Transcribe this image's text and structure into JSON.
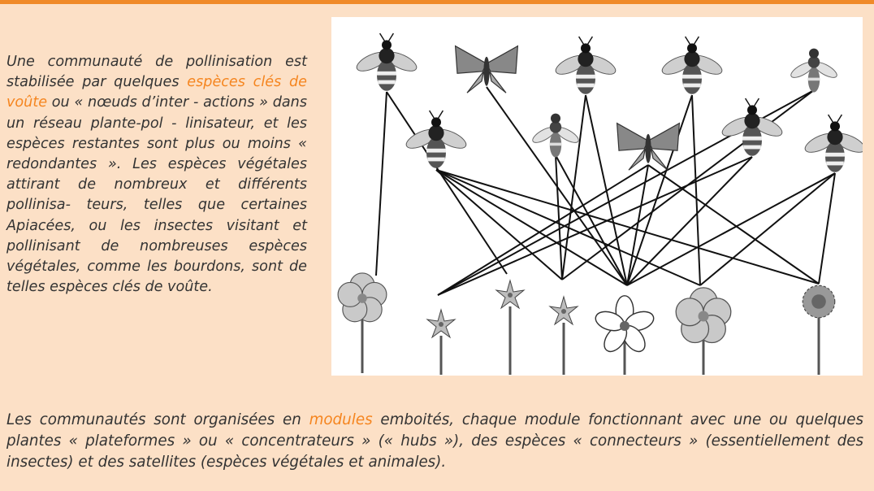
{
  "intro": {
    "part1": "Une communauté de pollinisation est stabilisée par quelques ",
    "highlight": "espèces clés de voûte",
    "part2": " ou « nœuds d’inter - actions » dans un réseau plante-pol - linisateur, et les espèces restantes sont plus ou moins « redondantes ». Les espèces végétales attirant de nombreux et différents pollinisa- teurs, telles que certaines Apiacées, ou les insectes visitant et pollinisant de nombreuses espèces végétales, comme les bourdons, sont de telles espèces clés de voûte."
  },
  "summary": {
    "part1": "Les communautés sont organisées en ",
    "highlight": "modules",
    "part2": " emboités, chaque module fonctionnant avec une ou quelques plantes « plateformes » ou « concentrateurs » (« hubs »), des espèces « connecteurs » (essentiellement des insectes) et des satellites (espèces végétales et animales)."
  },
  "colors": {
    "background": "#fce0c6",
    "accent": "#f5851f",
    "text": "#333333"
  },
  "network": {
    "pollinators": [
      {
        "id": "p1",
        "kind": "bee"
      },
      {
        "id": "p2",
        "kind": "butterfly"
      },
      {
        "id": "p3",
        "kind": "bee"
      },
      {
        "id": "p4",
        "kind": "bee"
      },
      {
        "id": "p5",
        "kind": "fly"
      },
      {
        "id": "p6",
        "kind": "bee"
      },
      {
        "id": "p7",
        "kind": "fly"
      },
      {
        "id": "p8",
        "kind": "butterfly"
      },
      {
        "id": "p9",
        "kind": "bee"
      },
      {
        "id": "p10",
        "kind": "bee"
      }
    ],
    "plants": [
      {
        "id": "f1",
        "kind": "five-petal"
      },
      {
        "id": "f2",
        "kind": "small-cluster"
      },
      {
        "id": "f3",
        "kind": "star-branch"
      },
      {
        "id": "f4",
        "kind": "star"
      },
      {
        "id": "f5",
        "kind": "hub-white"
      },
      {
        "id": "f6",
        "kind": "five-petal-large"
      },
      {
        "id": "f7",
        "kind": "daisy"
      }
    ],
    "links": [
      [
        "p1",
        "f1"
      ],
      [
        "p1",
        "f3"
      ],
      [
        "p2",
        "f5"
      ],
      [
        "p3",
        "f5"
      ],
      [
        "p3",
        "f4"
      ],
      [
        "p4",
        "f6"
      ],
      [
        "p4",
        "f5"
      ],
      [
        "p5",
        "f4"
      ],
      [
        "p5",
        "f5"
      ],
      [
        "p6",
        "f2"
      ],
      [
        "p6",
        "f5"
      ],
      [
        "p7",
        "f2"
      ],
      [
        "p7",
        "f4"
      ],
      [
        "p8",
        "f2"
      ],
      [
        "p8",
        "f5"
      ],
      [
        "p8",
        "f7"
      ],
      [
        "p9",
        "f5"
      ],
      [
        "p9",
        "f4"
      ],
      [
        "p9",
        "f6"
      ],
      [
        "p9",
        "f7"
      ],
      [
        "p10",
        "f5"
      ],
      [
        "p10",
        "f6"
      ],
      [
        "p10",
        "f7"
      ]
    ]
  }
}
